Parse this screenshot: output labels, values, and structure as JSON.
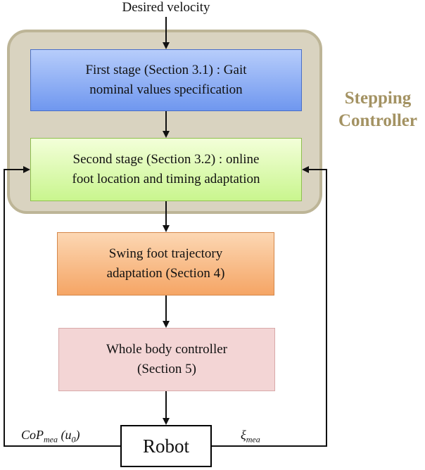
{
  "labels": {
    "desired_velocity": "Desired velocity",
    "stepping_line1": "Stepping",
    "stepping_line2": "Controller",
    "cop_feedback": "CoP_{mea} (u_0)",
    "xi_feedback": "ξ_{mea}"
  },
  "boxes": {
    "stage1": {
      "line1": "First stage (Section 3.1) : Gait",
      "line2": "nominal values specification"
    },
    "stage2": {
      "line1": "Second stage (Section 3.2) : online",
      "line2": "foot location and timing adaptation"
    },
    "swing": {
      "line1": "Swing foot trajectory",
      "line2": "adaptation (Section 4)"
    },
    "wbc": {
      "line1": "Whole body controller",
      "line2": "(Section 5)"
    },
    "robot": {
      "label": "Robot"
    }
  },
  "colors": {
    "stage1": "#7ea2f2",
    "stage2": "#d8f8a8",
    "swing": "#f7b276",
    "wbc": "#f3d5d5",
    "container": "#d9d3c0",
    "stepping_text": "#a39262"
  }
}
